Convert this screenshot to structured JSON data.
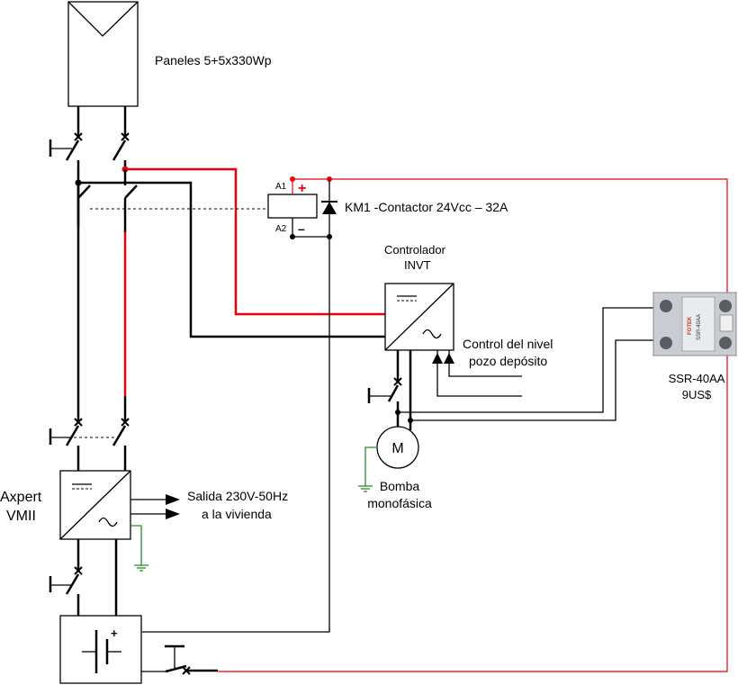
{
  "labels": {
    "panels": "Paneles 5+5x330Wp",
    "contactor": "KM1 -Contactor 24Vcc – 32A",
    "a1": "A1",
    "a2": "A2",
    "plus": "+",
    "minus": "–",
    "controller_line1": "Controlador",
    "controller_line2": "INVT",
    "level_line1": "Control del nivel",
    "level_line2": "pozo depósito",
    "ssr_line1": "SSR-40AA",
    "ssr_line2": "9US$",
    "ssr_brand": "FOTEK",
    "ssr_model": "SSR-40AA",
    "motor": "M",
    "pump_line1": "Bomba",
    "pump_line2": "monofásica",
    "inverter_line1": "Axpert",
    "inverter_line2": "VMII",
    "output_line1": "Salida 230V-50Hz",
    "output_line2": "a la vivienda",
    "battery_plus": "+"
  },
  "colors": {
    "wire": "#000000",
    "positive_wire": "#e8000b",
    "ground_wire": "#2e8b2e"
  }
}
